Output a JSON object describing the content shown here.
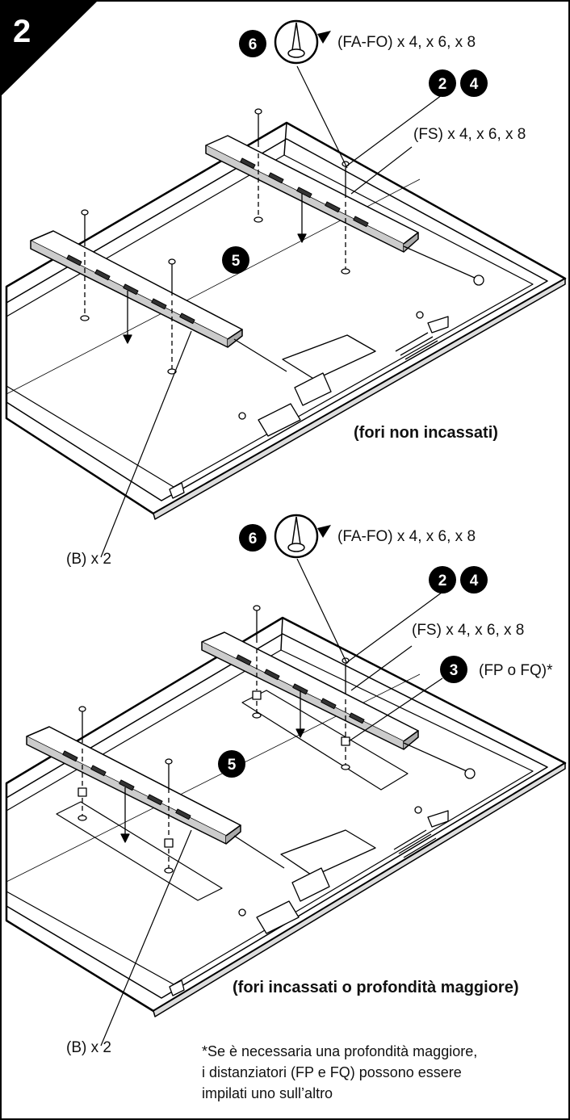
{
  "step_number": "2",
  "top": {
    "callout_6": "6",
    "fa_fo_label": "(FA-FO) x 4, x 6, x 8",
    "callout_2": "2",
    "callout_4": "4",
    "fs_label": "(FS) x 4, x 6, x 8",
    "callout_5": "5",
    "caption": "(fori non incassati)",
    "b_label": "(B) x 2"
  },
  "bottom": {
    "callout_6": "6",
    "fa_fo_label": "(FA-FO) x 4, x 6, x 8",
    "callout_2": "2",
    "callout_4": "4",
    "fs_label": "(FS) x 4, x 6, x 8",
    "callout_3": "3",
    "fp_fq_label": "(FP o FQ)*",
    "callout_5": "5",
    "caption": "(fori incassati o profondità maggiore)",
    "b_label": "(B) x 2"
  },
  "footnote": {
    "line1": "*Se è necessaria una profondità maggiore,",
    "line2": "i distanziatori (FP e FQ) possono essere",
    "line3": "impilati uno sull’altro"
  }
}
